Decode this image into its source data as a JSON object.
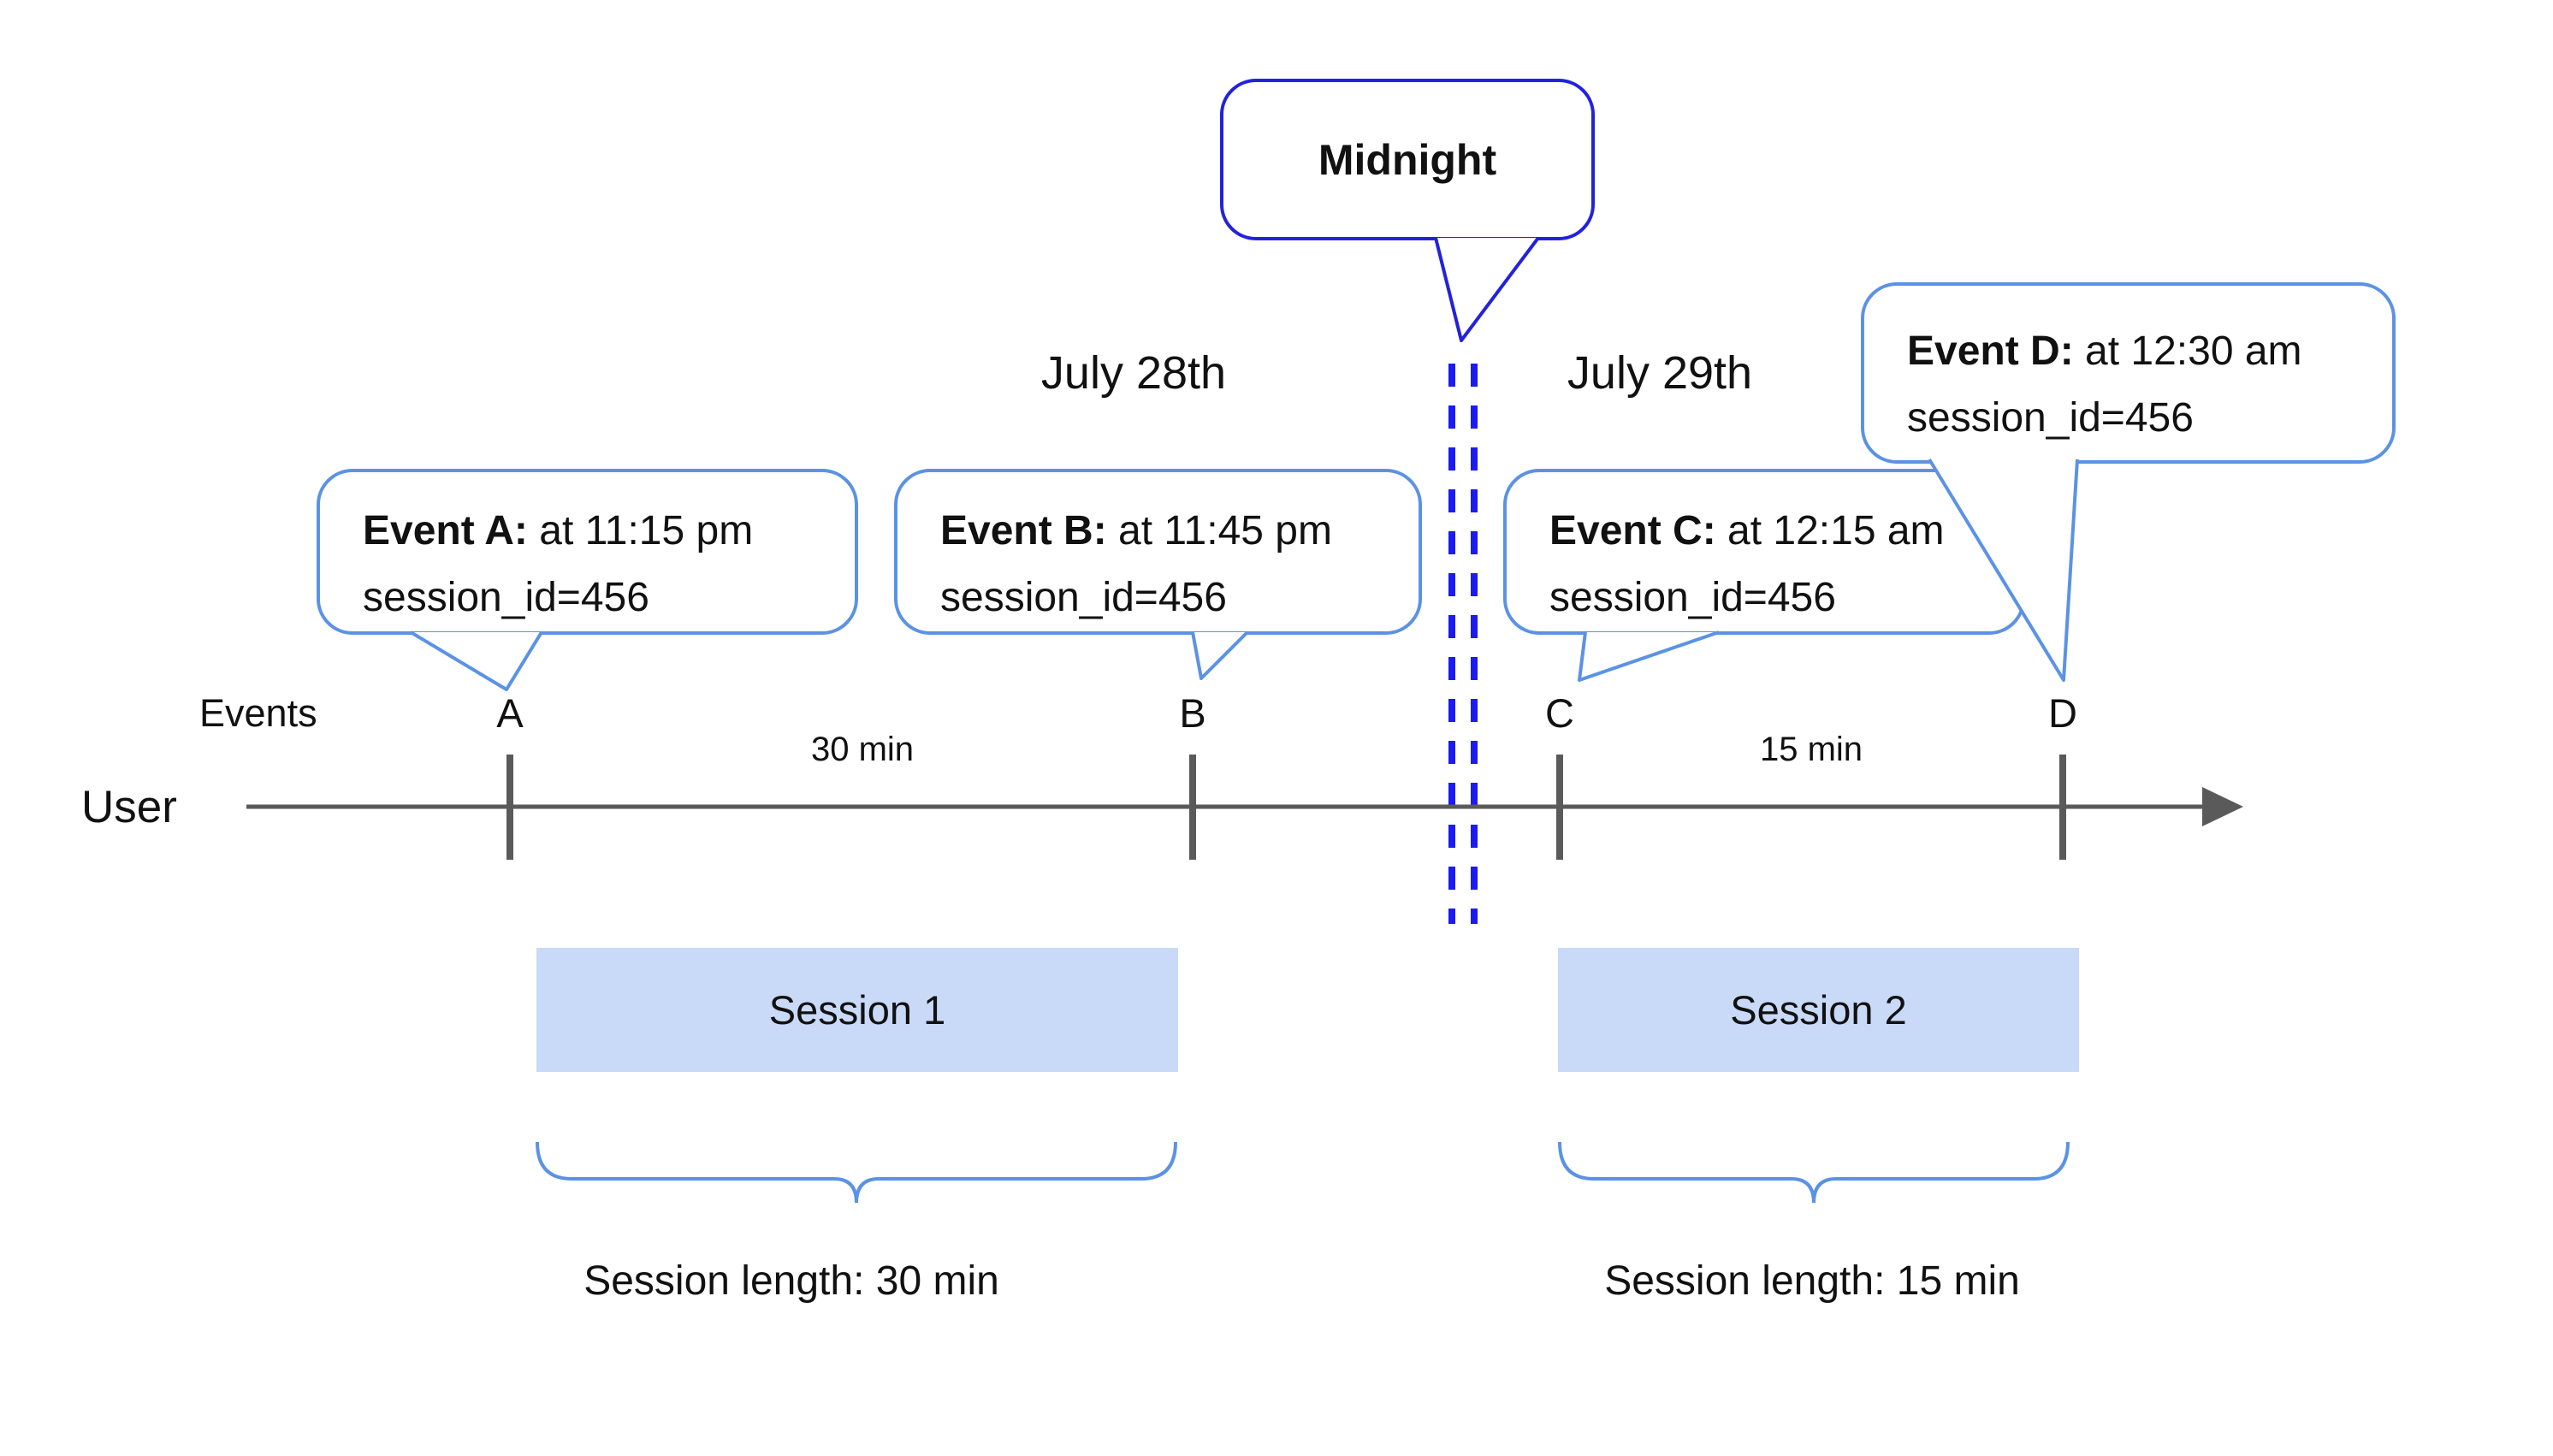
{
  "dates": {
    "left": "July 28th",
    "right": "July 29th"
  },
  "midnight": {
    "label": "Midnight"
  },
  "events": [
    {
      "tick": "A",
      "bold": "Event A:",
      "time": " at 11:15 pm",
      "session": "session_id=456"
    },
    {
      "tick": "B",
      "bold": "Event B:",
      "time": " at 11:45 pm",
      "session": "session_id=456"
    },
    {
      "tick": "C",
      "bold": "Event C:",
      "time": " at 12:15 am",
      "session": "session_id=456"
    },
    {
      "tick": "D",
      "bold": "Event D:",
      "time": " at 12:30 am",
      "session": "session_id=456"
    }
  ],
  "axis": {
    "row_label": "Events",
    "user_label": "User",
    "spans": [
      {
        "label": "30 min"
      },
      {
        "label": "15 min"
      }
    ]
  },
  "sessions": [
    {
      "name": "Session 1",
      "length": "Session length: 30 min"
    },
    {
      "name": "Session 2",
      "length": "Session length: 15 min"
    }
  ],
  "colors": {
    "event_bubble_border": "#5b92e5",
    "midnight_bubble_border": "#2222dd",
    "midnight_dashes": "#1b1bf2",
    "session_bar_fill": "#c9daf8",
    "timeline_gray": "#5a5a5a",
    "text": "#111111"
  }
}
